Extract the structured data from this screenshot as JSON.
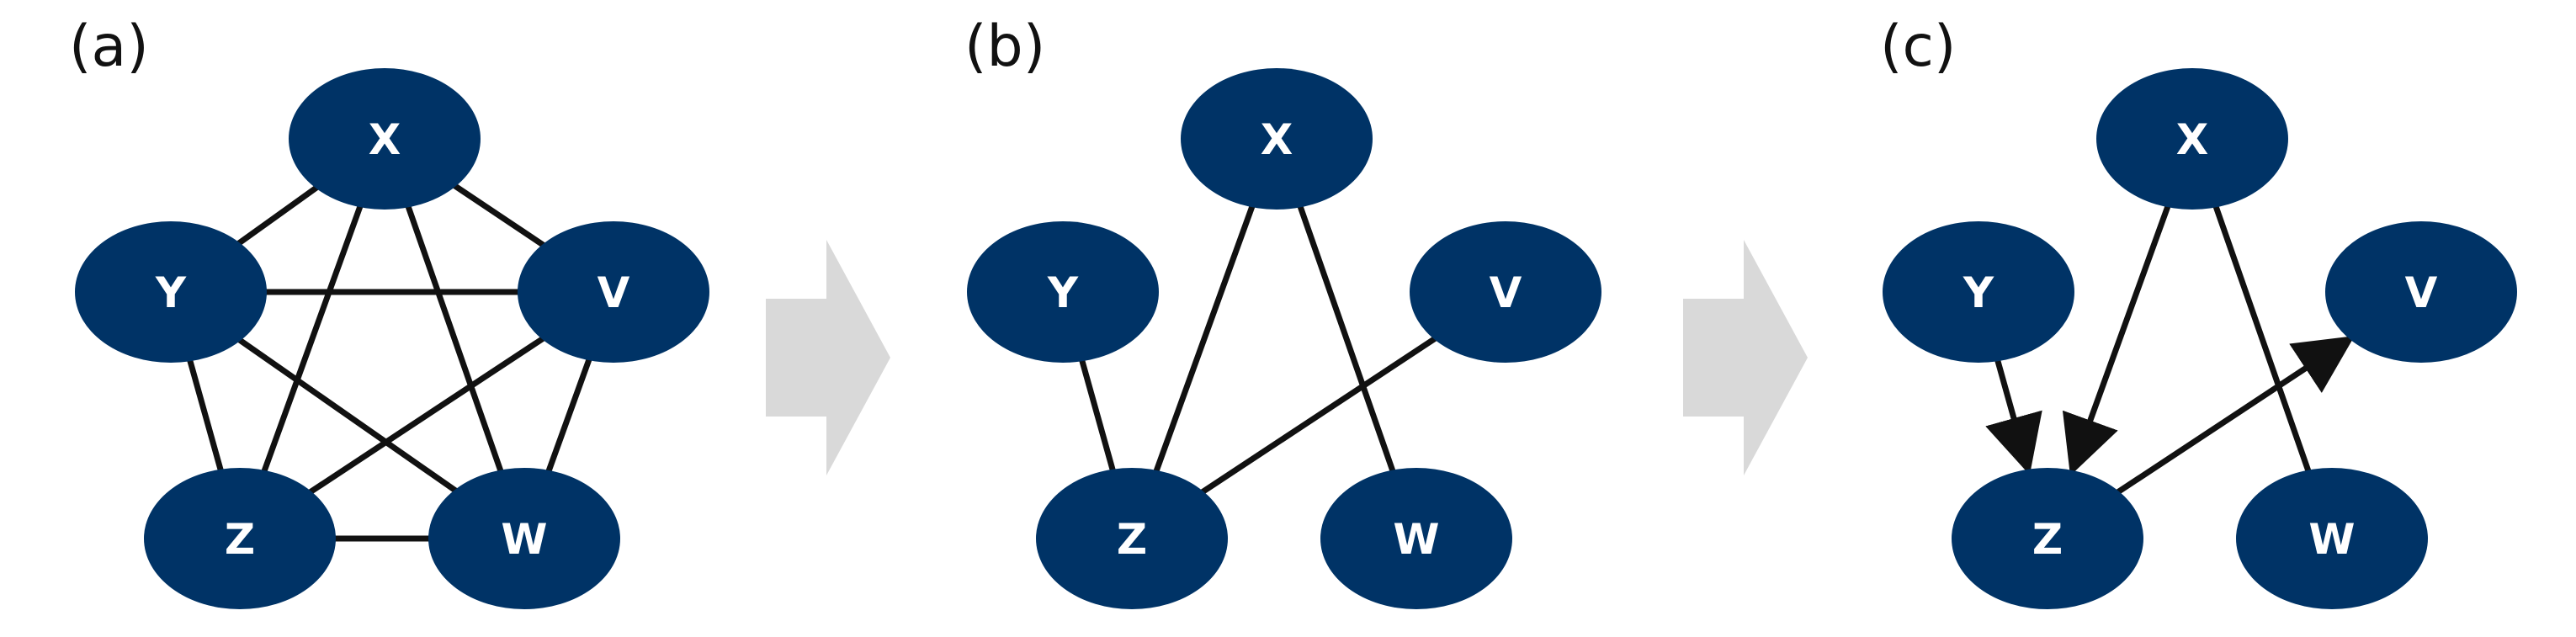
{
  "colors": {
    "node_fill": "#003366",
    "node_text": "#ffffff",
    "edge": "#111111",
    "arrow_fill": "#d9d9d9",
    "panel_label": "#111111"
  },
  "panels": [
    {
      "label": "(a)",
      "nodes": {
        "x": "X",
        "y": "Y",
        "v": "V",
        "z": "Z",
        "w": "W"
      },
      "edges": [
        [
          "x",
          "y"
        ],
        [
          "x",
          "v"
        ],
        [
          "x",
          "z"
        ],
        [
          "x",
          "w"
        ],
        [
          "y",
          "v"
        ],
        [
          "y",
          "z"
        ],
        [
          "y",
          "w"
        ],
        [
          "v",
          "z"
        ],
        [
          "v",
          "w"
        ],
        [
          "z",
          "w"
        ]
      ],
      "directed": []
    },
    {
      "label": "(b)",
      "nodes": {
        "x": "X",
        "y": "Y",
        "v": "V",
        "z": "Z",
        "w": "W"
      },
      "edges": [
        [
          "x",
          "z"
        ],
        [
          "x",
          "w"
        ],
        [
          "y",
          "z"
        ],
        [
          "v",
          "z"
        ]
      ],
      "directed": []
    },
    {
      "label": "(c)",
      "nodes": {
        "x": "X",
        "y": "Y",
        "v": "V",
        "z": "Z",
        "w": "W"
      },
      "edges": [
        [
          "x",
          "w"
        ]
      ],
      "directed": [
        [
          "y",
          "z"
        ],
        [
          "x",
          "z"
        ],
        [
          "z",
          "v"
        ]
      ]
    }
  ]
}
